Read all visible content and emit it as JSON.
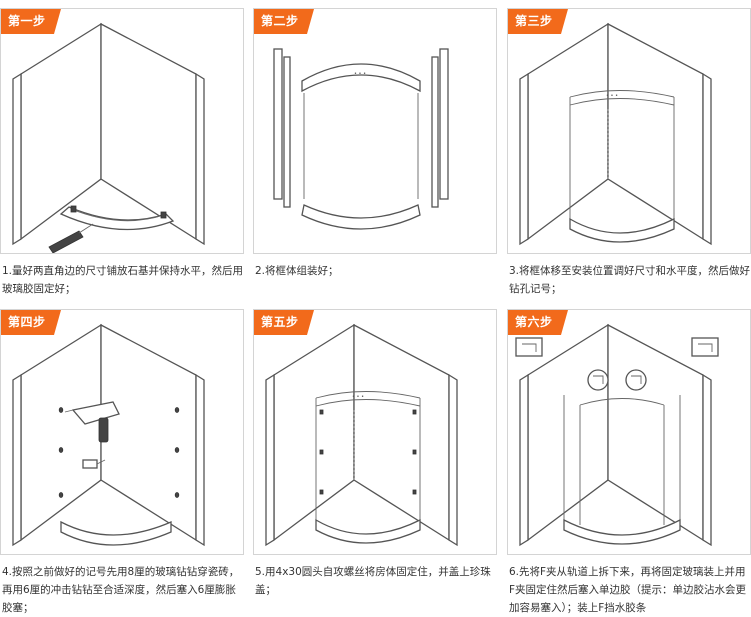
{
  "steps": [
    {
      "label": "第一步",
      "caption": "1.量好两直角边的尺寸铺放石基并保持水平，然后用玻璃胶固定好；"
    },
    {
      "label": "第二步",
      "caption": "2.将框体组装好；"
    },
    {
      "label": "第三步",
      "caption": "3.将框体移至安装位置调好尺寸和水平度，然后做好钻孔记号；"
    },
    {
      "label": "第四步",
      "caption": "4.按照之前做好的记号先用8厘的玻璃钻钻穿瓷砖，再用6厘的冲击钻钻至合适深度，然后塞入6厘膨胀胶塞；"
    },
    {
      "label": "第五步",
      "caption": "5.用4x30圆头自攻螺丝将房体固定住，并盖上珍珠盖；"
    },
    {
      "label": "第六步",
      "caption": "6.先将F夹从轨道上拆下来，再将固定玻璃装上并用F夹固定住然后塞入单边胶（提示：单边胶沾水会更加容易塞入）；装上F挡水胶条"
    }
  ]
}
